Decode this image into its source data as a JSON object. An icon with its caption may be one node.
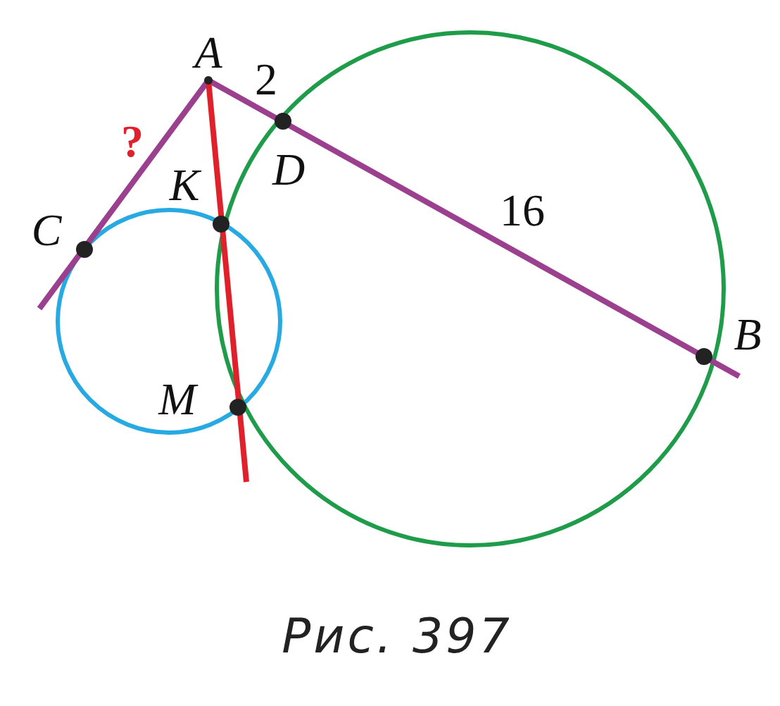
{
  "diagram": {
    "caption": "Рис. 397",
    "labels": [
      "A",
      "2",
      "?",
      "D",
      "K",
      "16",
      "C",
      "B",
      "M"
    ]
  }
}
